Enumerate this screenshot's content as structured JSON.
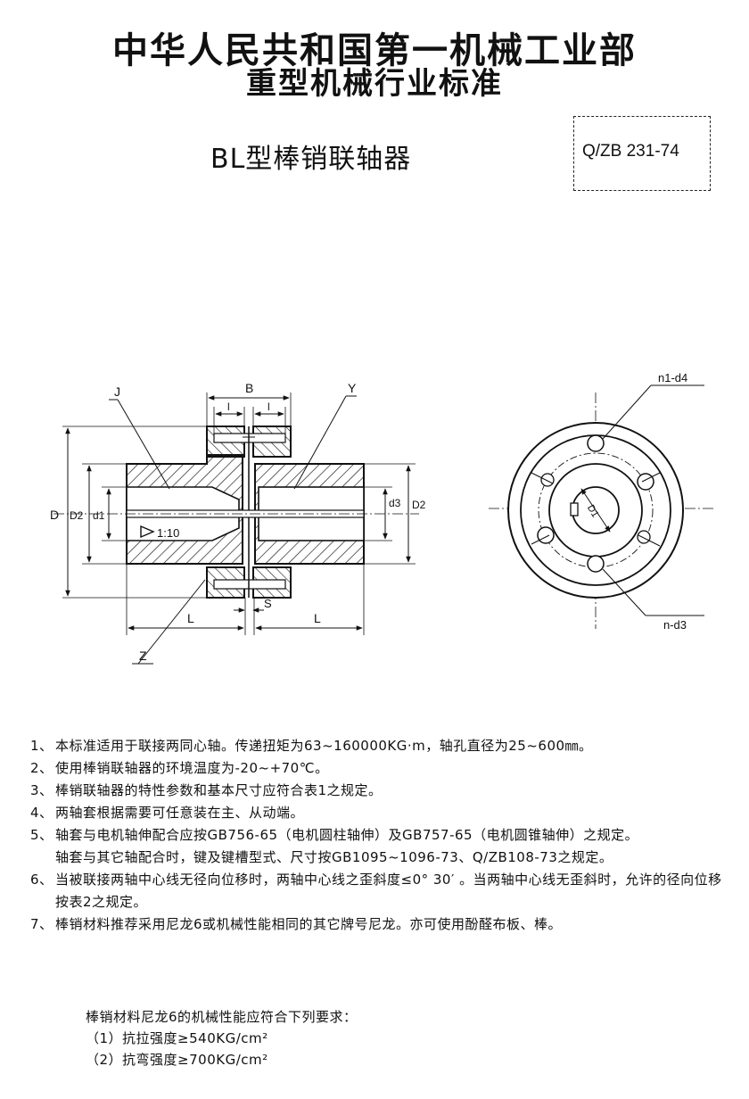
{
  "header": {
    "title_line1": "中华人民共和国第一机械工业部",
    "title_line2": "重型机械行业标准",
    "product_name": "BL型棒销联轴器",
    "standard_code": "Q/ZB 231-74"
  },
  "drawing_labels": {
    "J": "J",
    "Y": "Y",
    "B": "B",
    "l_left": "l",
    "l_right": "l",
    "D": "D",
    "D2_left": "D2",
    "d1": "d1",
    "d3": "d3",
    "D2_right": "D2",
    "taper": "1:10",
    "S": "S",
    "L_left": "L",
    "L_right": "L",
    "Z": "Z",
    "n1_d4": "n1-d4",
    "n_d3": "n-d3",
    "D1": "D1"
  },
  "notes": [
    {
      "num": "1、",
      "text": "本标准适用于联接两同心轴。传递扭矩为63~160000KG·m，轴孔直径为25~600㎜。"
    },
    {
      "num": "2、",
      "text": "使用棒销联轴器的环境温度为-20~+70℃。"
    },
    {
      "num": "3、",
      "text": "棒销联轴器的特性参数和基本尺寸应符合表1之规定。"
    },
    {
      "num": "4、",
      "text": "两轴套根据需要可任意装在主、从动端。"
    },
    {
      "num": "5、",
      "text": "轴套与电机轴伸配合应按GB756-65（电机圆柱轴伸）及GB757-65（电机圆锥轴伸）之规定。",
      "cont": "轴套与其它轴配合时，键及键槽型式、尺寸按GB1095~1096-73、Q/ZB108-73之规定。"
    },
    {
      "num": "6、",
      "text": "当被联接两轴中心线无径向位移时，两轴中心线之歪斜度≤0° 30′ 。当两轴中心线无歪斜时，允许的径向位移按表2之规定。"
    },
    {
      "num": "7、",
      "text": "棒销材料推荐采用尼龙6或机械性能相同的其它牌号尼龙。亦可使用酚醛布板、棒。"
    }
  ],
  "requirements": {
    "intro": "棒销材料尼龙6的机械性能应符合下列要求：",
    "items": [
      "（1）抗拉强度≥540KG/cm²",
      "（2）抗弯强度≥700KG/cm²"
    ]
  }
}
